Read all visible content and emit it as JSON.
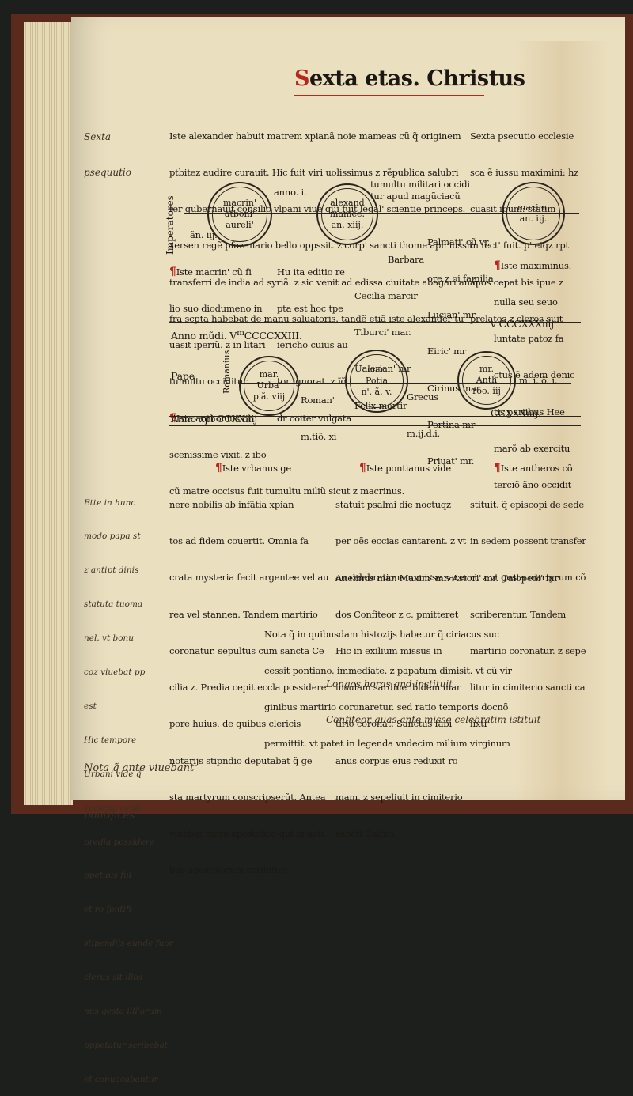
{
  "page": {
    "mark": "",
    "header_letter": "S",
    "header_rest": "exta etas. Christus"
  },
  "intro": {
    "lines": [
      "Iste alexander habuit matrem xpianã noie mameas cũ q̃ originem",
      "ptbitez audire curauit. Hic fuit viri uolissimus z rẽpublica salubri",
      "ter gubernauit consilio vlpani viue qui fuit legal' scientie princeps.",
      "xersen regẽ pfaz mario bello oppssit. z corp' sancti thome apli iussit",
      "transferri de india ad syriã. z sic venit ad edissa ciuitate abagari an q̃",
      "fra scpta habebat de manu saluatoris. tandẽ etiã iste alexander tu"
    ],
    "tail": "tumultu militari occidi",
    "tail2": "tur apud magũciacũ"
  },
  "right_note": {
    "lines": [
      "Sexta psecutio ecclesie",
      "sca ẽ iussu maximini: hz",
      "cuasit ipuni: statim",
      "in fect' fuit. p' eiqz rpt",
      "anos cepat bis ipue z",
      "prelatos z cleros suit"
    ]
  },
  "imperatores": {
    "label": "Imperatores",
    "c1": [
      "macrin'",
      "atboni'",
      "aureli'"
    ],
    "c1_anno": "anno. i.",
    "c1_anno2": "ãn. iij.",
    "c2": [
      "alexand",
      "mamee.",
      "an. xiij."
    ],
    "c3": [
      "maxim'",
      "an. iij."
    ]
  },
  "col1": {
    "lines": [
      "Iste macrin' cũ fi",
      "lio suo diodumeno in",
      "uasit iperiũ. z in litari",
      "tumultu occiditur",
      "Iste anthonius ob",
      "scenissime vixit. z ibo",
      "cũ matre occisus fuit tumultu miliũ sicut z macrinus."
    ]
  },
  "col2": {
    "lines": [
      "Hu ita editio re",
      "pta est hoc tpe",
      "iericho cuius au",
      "tor ignorat. z ĩõ",
      "dr coiter vulgata"
    ]
  },
  "col3": {
    "lines": [
      "Barbara",
      "Cecilia marcir",
      "Tiburci' mar.",
      "Ualerian' mr",
      "Felix martir"
    ]
  },
  "col4": {
    "lines": [
      "Palmati' cũ vr",
      "ore z oi familia",
      "Lucian' mr",
      "Eiric' mr",
      "Cirinus mar.",
      "Pertina mr",
      "Priuat' mr."
    ]
  },
  "col5": {
    "lines": [
      "Iste maximinus.",
      "nulla seu seuo",
      "luntate patoz fa",
      "ctus ẽ adem denic",
      "tis pariibus Hee",
      "marõ ab exercitu",
      "terciõ ãno occidit"
    ]
  },
  "anno_mundi": {
    "label": "Anno mũdi. V",
    "sup": "m",
    "value": "CCCCXXIII.",
    "right": "v CCCXXXiiij"
  },
  "pape": {
    "label": "Pape",
    "romani": "Romanius",
    "c1": [
      "mar.",
      "Urba'",
      "p'ã. viij"
    ],
    "c2": [
      "Roman'",
      "m.tiõ. xi"
    ],
    "c3": [
      "mar.",
      "Potia",
      "n'. ã. v."
    ],
    "c4": [
      "Grecus",
      "m.ij.d.i."
    ],
    "c5": [
      "mr.",
      "Anth",
      "roo. iij"
    ],
    "c5_tail": "m. i. õ. i."
  },
  "anno_christi": {
    "label": "Anno xpi CCXXiiij",
    "right": "CCXXXiiij."
  },
  "lower_col1": {
    "lines": [
      "Iste vrbanus ge",
      "nere nobilis ab infãtia xpian",
      "tos ad fidem couertit. Omnia fa",
      "crata mysteria fecit argentee vel au",
      "rea vel stannea. Tandem martirio",
      "coronatur. sepultus cum sancta Ce",
      "cilia z. Predia cepit eccla possidere",
      "pore huius. de quibus clericis",
      "notarijs stipndio deputabat q̃ ge",
      "sta martyrum conscripserũt. Antea",
      "viuebãt more apostolico qui in acti",
      "bus apostolorum scribitur."
    ]
  },
  "lower_col2": {
    "lines": [
      "Iste pontianus vide",
      "statuit psalmi die noctuqz",
      "per oẽs eccias cantarent. z vt",
      "an celebrationem misse sacer",
      "dos Confiteor z c. pmitteret",
      "Hic in exilium missus in",
      "insulam sardine ibidem mar",
      "tirio coronat. Sanctus fabi",
      "anus corpus eius reduxit ro",
      "mam. z sepeliuit in cimiterio",
      "sancti Calixti."
    ],
    "footer": "Anelinus mar. Maxim' mr. Astori' mr. Calopedi' mr"
  },
  "lower_col3": {
    "lines": [
      "Iste antheros cõ",
      "stituit. q̃ episcopi de sede",
      "in sedem possent transfer",
      "ri. z vt gesta martyrum cõ",
      "scriberentur. Tandem",
      "martirio coronatur. z sepe",
      "litur in cimiterio sancti ca",
      "lixti"
    ]
  },
  "nota": {
    "lines": [
      "Nota q̃ in quibusdam histozijs habetur q̃ ciriacus suc",
      "cessit pontiano. immediate. z papatum dimisit. vt cũ vir",
      "ginibus martirio coronaretur. sed ratio temporis docnõ",
      "permittit. vt patet in legenda vndecim milium virginum"
    ]
  },
  "handwriting": {
    "top_left": [
      "Sexta",
      "psequutio"
    ],
    "bottom_center": [
      "Longas horas qnd instituit",
      "Confiteor quas ante misse celebratim istituit"
    ],
    "left_margin": [
      "Ette in hunc",
      "modo papa st",
      "z antipt dinis",
      "statuta tuoma",
      "nel. vt bonu",
      "coz viuebat pp",
      "est",
      "Hic tempore",
      "Urbani vide q̃",
      "ecclesia cepit",
      "predia possidere",
      "ppetuus fui",
      "et ro fontifi",
      "stipendijs eunde fuor",
      "clerus sit illos",
      "nus gesta illi'orum",
      "pppetatur scribebat",
      "et conuocabantur"
    ],
    "bottom_left": [
      "Nota q̃ ante viuebant",
      "pontifices"
    ]
  }
}
